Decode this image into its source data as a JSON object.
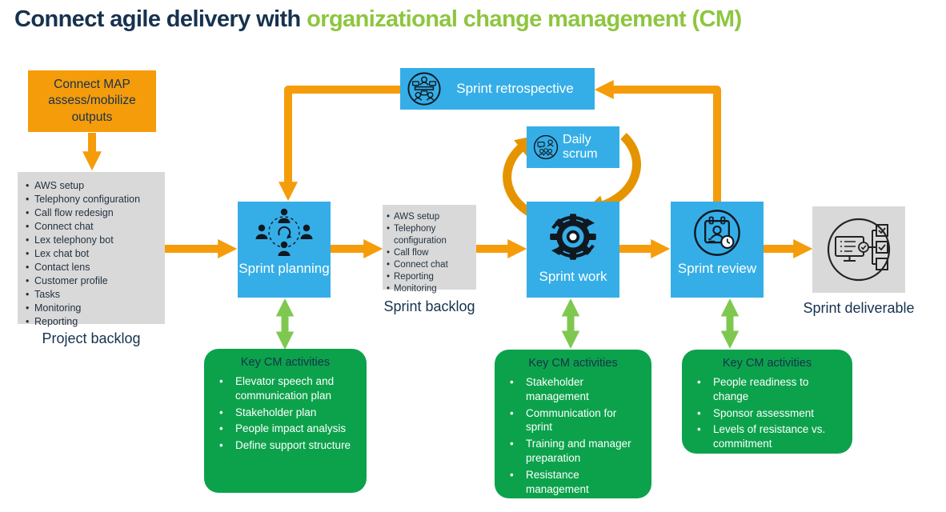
{
  "title": {
    "text_dark": "Connect agile delivery with ",
    "text_green": "organizational change management (CM)"
  },
  "colors": {
    "navy": "#16324F",
    "title_green": "#8DC63F",
    "orange": "#F59C0B",
    "arc_orange": "#E59400",
    "blue": "#35AEE7",
    "gray": "#D9D9D9",
    "green_box": "#0CA24B",
    "green_arrow": "#7EC850"
  },
  "map_outputs": {
    "label": "Connect MAP assess/mobilize outputs"
  },
  "project_backlog": {
    "caption": "Project backlog",
    "items": [
      "AWS setup",
      "Telephony configuration",
      "Call flow redesign",
      "Connect chat",
      "Lex telephony bot",
      "Lex chat bot",
      "Contact lens",
      "Customer profile",
      "Tasks",
      "Monitoring",
      "Reporting"
    ]
  },
  "sprint_planning": {
    "label": "Sprint planning",
    "icon": "team-circle-icon"
  },
  "sprint_retrospective": {
    "label": "Sprint retrospective",
    "icon": "meeting-table-icon"
  },
  "daily_scrum": {
    "label": "Daily scrum",
    "icon": "standup-chat-icon"
  },
  "sprint_backlog": {
    "caption": "Sprint backlog",
    "items": [
      "AWS setup",
      "Telephony configuration",
      "Call flow",
      "Connect chat",
      "Reporting",
      "Monitoring"
    ]
  },
  "sprint_work": {
    "label": "Sprint work",
    "icon": "gear-cycle-icon"
  },
  "sprint_review": {
    "label": "Sprint review",
    "icon": "calendar-clock-icon"
  },
  "sprint_deliverable": {
    "caption": "Sprint deliverable",
    "icon": "monitor-checklist-icon"
  },
  "cm_planning": {
    "title": "Key CM activities",
    "items": [
      "Elevator speech and communication plan",
      "Stakeholder plan",
      "People impact analysis",
      "Define support structure"
    ]
  },
  "cm_work": {
    "title": "Key CM activities",
    "items": [
      "Stakeholder management",
      "Communication for sprint",
      "Training and manager preparation",
      "Resistance management"
    ]
  },
  "cm_review": {
    "title": "Key CM activities",
    "items": [
      "People readiness to change",
      "Sponsor assessment",
      "Levels of resistance vs. commitment"
    ]
  }
}
